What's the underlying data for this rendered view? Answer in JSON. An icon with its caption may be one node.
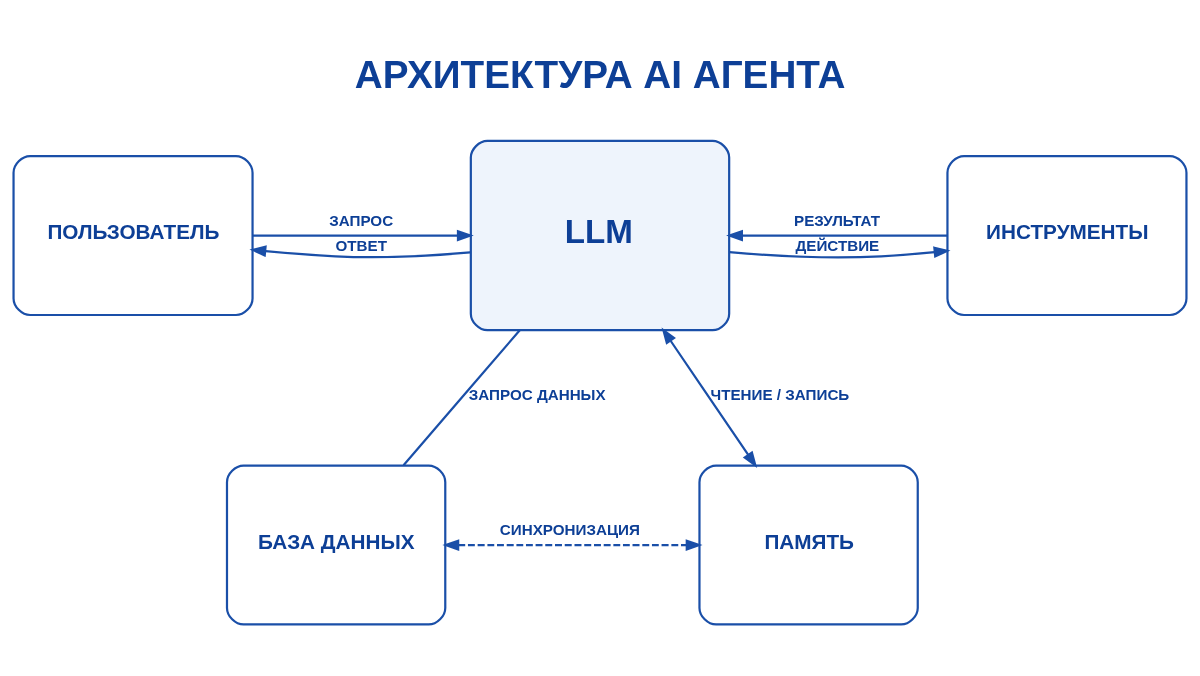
{
  "diagram": {
    "title": "АРХИТЕКТУРА AI АГЕНТА",
    "nodes": [
      {
        "text": [
          "ПОЛЬЗОВАТЕЛЬ"
        ]
      },
      {
        "text": [
          "LLM"
        ]
      },
      {
        "text": [
          "ИНСТРУМЕНТЫ"
        ]
      },
      {
        "text": [
          "БАЗА ДАННЫХ"
        ]
      },
      {
        "text": [
          "ПАМЯТЬ"
        ]
      }
    ],
    "edges": [
      {
        "from": 0,
        "to": 1,
        "arrow": "to",
        "label": "ЗАПРОС"
      },
      {
        "from": 1,
        "to": 0,
        "arrow": "to",
        "label": "ОТВЕТ"
      },
      {
        "from": 1,
        "to": 2,
        "arrow": "to",
        "label": "ДЕЙСТВИЕ"
      },
      {
        "from": 2,
        "to": 1,
        "arrow": "to",
        "label": "РЕЗУЛЬТАТ"
      },
      {
        "from": 1,
        "to": 3,
        "arrow": "none",
        "label": "ЗАПРОС ДАННЫХ"
      },
      {
        "from": 1,
        "to": 4,
        "arrow": "both",
        "label": "ЧТЕНИЕ / ЗАПИСЬ"
      },
      {
        "from": 3,
        "to": 4,
        "arrow": "both",
        "label": "СИНХРОНИЗАЦИЯ",
        "style": "dashed"
      }
    ]
  }
}
